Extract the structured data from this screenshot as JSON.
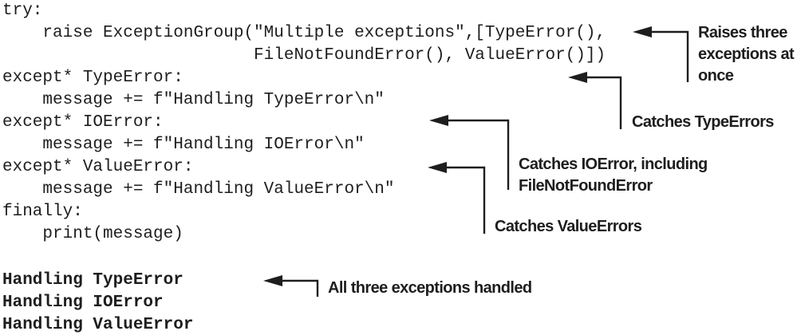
{
  "figure": {
    "code_source": "try:\n    raise ExceptionGroup(\"Multiple exceptions\",[TypeError(),\n                         FileNotFoundError(), ValueError()])\nexcept* TypeError:\n    message += f\"Handling TypeError\\n\"\nexcept* IOError:\n    message += f\"Handling IOError\\n\"\nexcept* ValueError:\n    message += f\"Handling ValueError\\n\"\nfinally:\n    print(message)",
    "program_output": "Handling TypeError\nHandling IOError\nHandling ValueError"
  },
  "annotations": [
    {
      "text": "Raises three\nexceptions at\nonce"
    },
    {
      "text": "Catches TypeErrors"
    },
    {
      "text": "Catches IOError, including\nFileNotFoundError"
    },
    {
      "text": "Catches ValueErrors"
    },
    {
      "text": "All three exceptions handled"
    }
  ],
  "colors": {
    "ink": "#1f1d1e",
    "background": "#ffffff"
  }
}
